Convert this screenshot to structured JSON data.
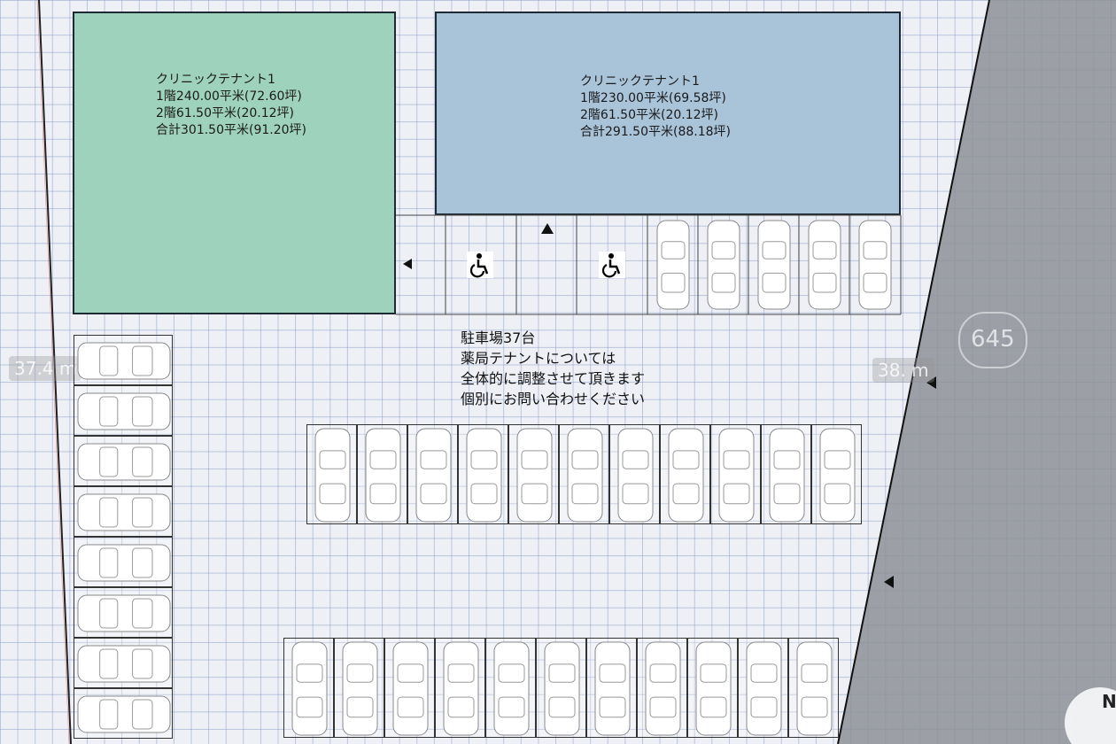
{
  "tenants": [
    {
      "title": "クリニックテナント1",
      "floor1": "1階240.00平米(72.60坪)",
      "floor2": "2階61.50平米(20.12坪)",
      "total": "合計301.50平米(91.20坪)",
      "color": "#9fd2bd"
    },
    {
      "title": "クリニックテナント1",
      "floor1": "1階230.00平米(69.58坪)",
      "floor2": "2階61.50平米(20.12坪)",
      "total": "合計291.50平米(88.18坪)",
      "color": "#a9c3d9"
    }
  ],
  "parking_note": {
    "line1": "駐車場37台",
    "line2": "薬局テナントについては",
    "line3": "全体的に調整させて頂きます",
    "line4": "個別にお問い合わせください"
  },
  "distance_labels": {
    "left": "37.4 m",
    "right": "38.  m"
  },
  "road_number": "645",
  "compass": "N",
  "icons": [
    "wheelchair-icon",
    "direction-arrow-icon",
    "car-icon"
  ],
  "colors": {
    "road": "#8d9097",
    "border": "#1e2a33",
    "grid": "#8ca0c8"
  }
}
